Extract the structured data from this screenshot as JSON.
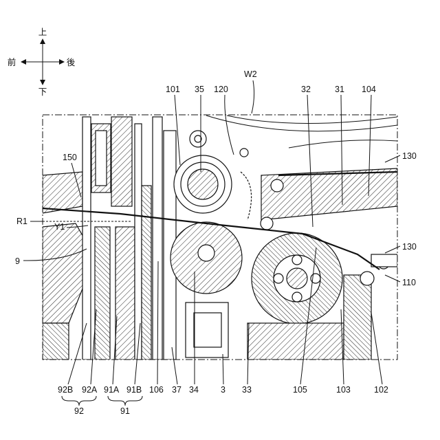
{
  "directions": {
    "up": "上",
    "down": "下",
    "front": "前",
    "back": "後"
  },
  "labels": {
    "w2": "W2",
    "l101": "101",
    "l35": "35",
    "l120": "120",
    "l32": "32",
    "l31": "31",
    "l104": "104",
    "l150": "150",
    "l130a": "130",
    "l130b": "130",
    "l110": "110",
    "r1": "R1",
    "y1": "Y1",
    "l9": "9",
    "l92b": "92B",
    "l92a": "92A",
    "l91a": "91A",
    "l91b": "91B",
    "l106": "106",
    "l37": "37",
    "l34": "34",
    "l3": "3",
    "l33": "33",
    "l105": "105",
    "l103": "103",
    "l102": "102",
    "l92": "92",
    "l91": "91"
  }
}
